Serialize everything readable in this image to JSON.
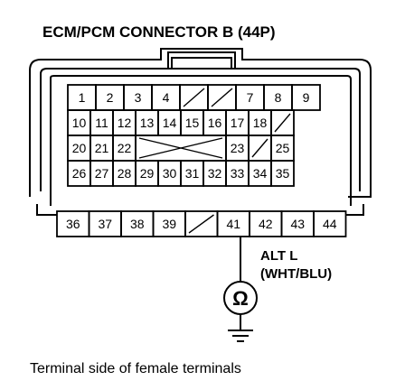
{
  "title": "ECM/PCM CONNECTOR B (44P)",
  "caption": "Terminal side of female terminals",
  "wire_label_line1": "ALT L",
  "wire_label_line2": "(WHT/BLU)",
  "meter_symbol": "Ω",
  "colors": {
    "ink": "#000000",
    "background": "#ffffff"
  },
  "connector": {
    "rows": [
      [
        "1",
        "2",
        "3",
        "4",
        "",
        "",
        "7",
        "8",
        "9"
      ],
      [
        "10",
        "11",
        "12",
        "13",
        "14",
        "15",
        "16",
        "17",
        "18",
        ""
      ],
      [
        "20",
        "21",
        "22",
        "",
        "",
        "",
        "",
        "23",
        "",
        "25"
      ],
      [
        "26",
        "27",
        "28",
        "29",
        "30",
        "31",
        "32",
        "33",
        "34",
        "35"
      ],
      [
        "36",
        "37",
        "38",
        "39",
        "",
        "41",
        "42",
        "43",
        "44"
      ]
    ],
    "probed_terminal": "42"
  }
}
